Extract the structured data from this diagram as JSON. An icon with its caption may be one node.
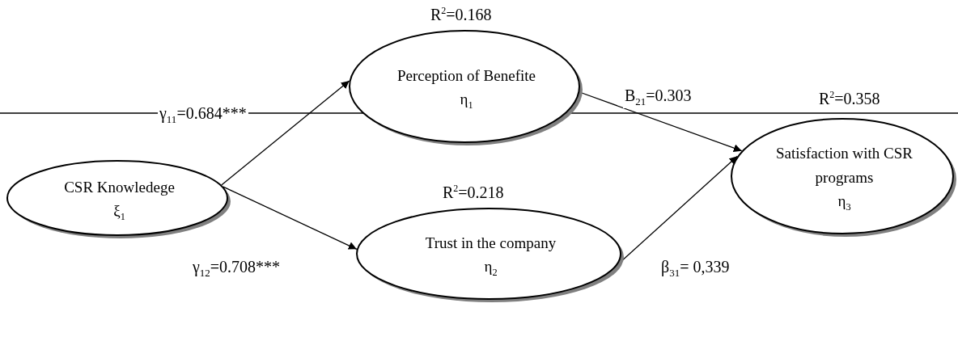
{
  "diagram": {
    "nodes": [
      {
        "text": [
          "CSR Knowledege",
          "ξ$_{1}$"
        ]
      },
      {
        "text": [
          "Perception of Benefite",
          "η$_{1}$"
        ],
        "beside": [
          "R$^{2}$=0.168"
        ]
      },
      {
        "text": [
          "Trust in the company",
          "η$_{2}$"
        ],
        "beside": [
          "R$^{2}$=0.218"
        ]
      },
      {
        "text": [
          "Satisfaction with CSR programs",
          "η$_{3}$"
        ],
        "beside": [
          "R$^{2}$=0.358"
        ]
      }
    ],
    "edges": [
      {
        "from": 0,
        "to": 1,
        "arrow": "to",
        "label": "γ$_{11}$=0.684***"
      },
      {
        "from": 0,
        "to": 2,
        "arrow": "to",
        "label": "γ$_{12}$=0.708***"
      },
      {
        "from": 1,
        "to": 3,
        "arrow": "to",
        "label": "B$_{21}$=0.303"
      },
      {
        "from": 2,
        "to": 3,
        "arrow": "to",
        "label": "β$_{31}$= 0,339"
      }
    ]
  }
}
